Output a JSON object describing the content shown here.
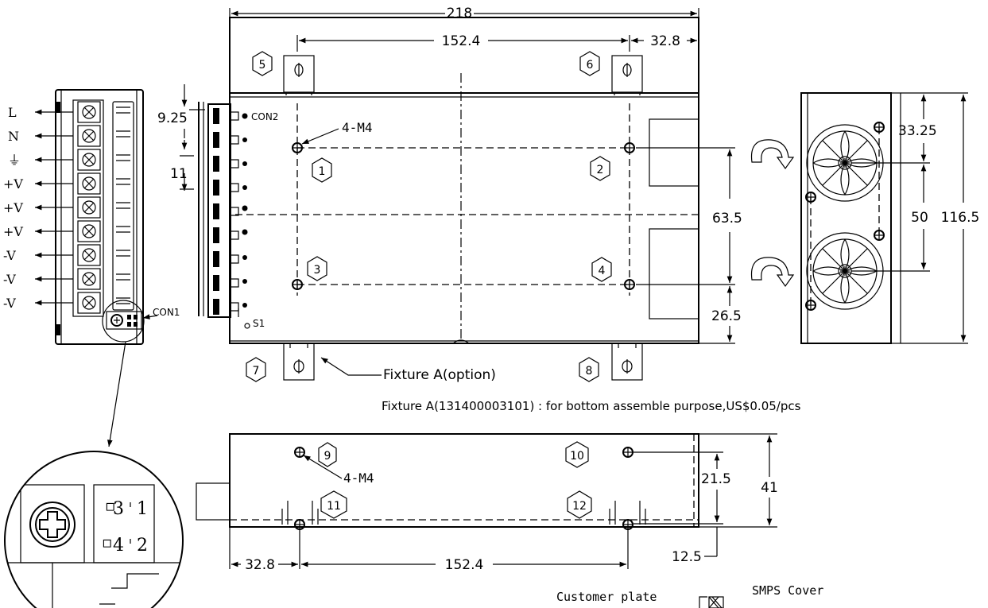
{
  "dimensions": {
    "overall_width": "218",
    "hole_spacing_top": "152.4",
    "right_offset_top": "32.8",
    "pitch_a": "9.25",
    "pitch_b": "11",
    "hole_vertical": "63.5",
    "bottom_offset": "26.5",
    "side_33": "33.25",
    "side_50": "50",
    "side_116": "116.5",
    "side_21": "21.5",
    "side_41": "41",
    "bottom_left_offset": "32.8",
    "hole_spacing_bottom": "152.4",
    "bottom_12": "12.5"
  },
  "labels": {
    "con2": "CON2",
    "con1": "CON1",
    "s1": "S1",
    "thread_top": "4-M4",
    "thread_bottom": "4-M4",
    "fixture": "Fixture A(option)",
    "fixture_note": "Fixture A(131400003101) : for bottom assemble purpose,US$0.05/pcs",
    "customer_plate": "Customer plate",
    "smps_cover": "SMPS Cover"
  },
  "terminals": [
    "L",
    "N",
    "⏚",
    "+V",
    "+V",
    "+V",
    "-V",
    "-V",
    "-V"
  ],
  "hole_numbers": [
    "1",
    "2",
    "3",
    "4",
    "5",
    "6",
    "7",
    "8",
    "9",
    "10",
    "11",
    "12"
  ],
  "detail_labels": [
    "3",
    "1",
    "4",
    "2"
  ]
}
